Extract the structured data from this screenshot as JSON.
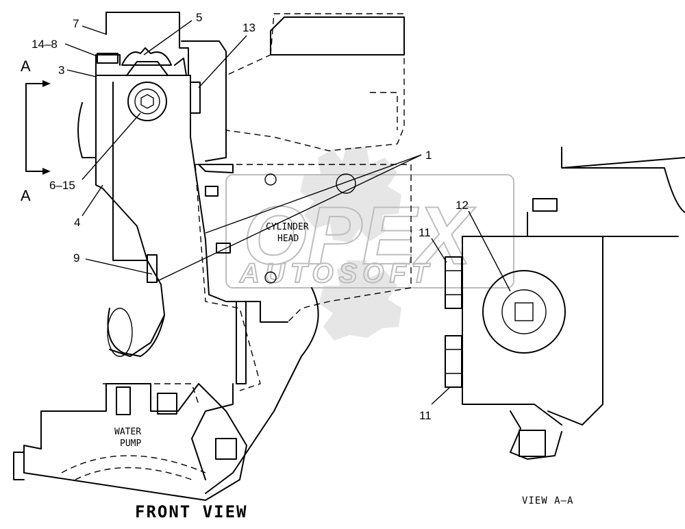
{
  "callouts": {
    "c7": "7",
    "c5": "5",
    "c13": "13",
    "c14_8": "14–8",
    "c3": "3",
    "c6_15": "6–15",
    "c4": "4",
    "c9": "9",
    "c1": "1",
    "c12": "12",
    "c11_upper": "11",
    "c11_lower": "11"
  },
  "section_marks": {
    "top": "A",
    "bottom": "A"
  },
  "labels": {
    "cylinder_head_line1": "CYLINDER",
    "cylinder_head_line2": "HEAD",
    "water_pump_line1": "WATER",
    "water_pump_line2": "PUMP"
  },
  "titles": {
    "front_view": "FRONT VIEW",
    "view_aa": "VIEW A–A"
  },
  "watermark": {
    "brand": "OPEX",
    "sub": "AUTOSOFT"
  }
}
